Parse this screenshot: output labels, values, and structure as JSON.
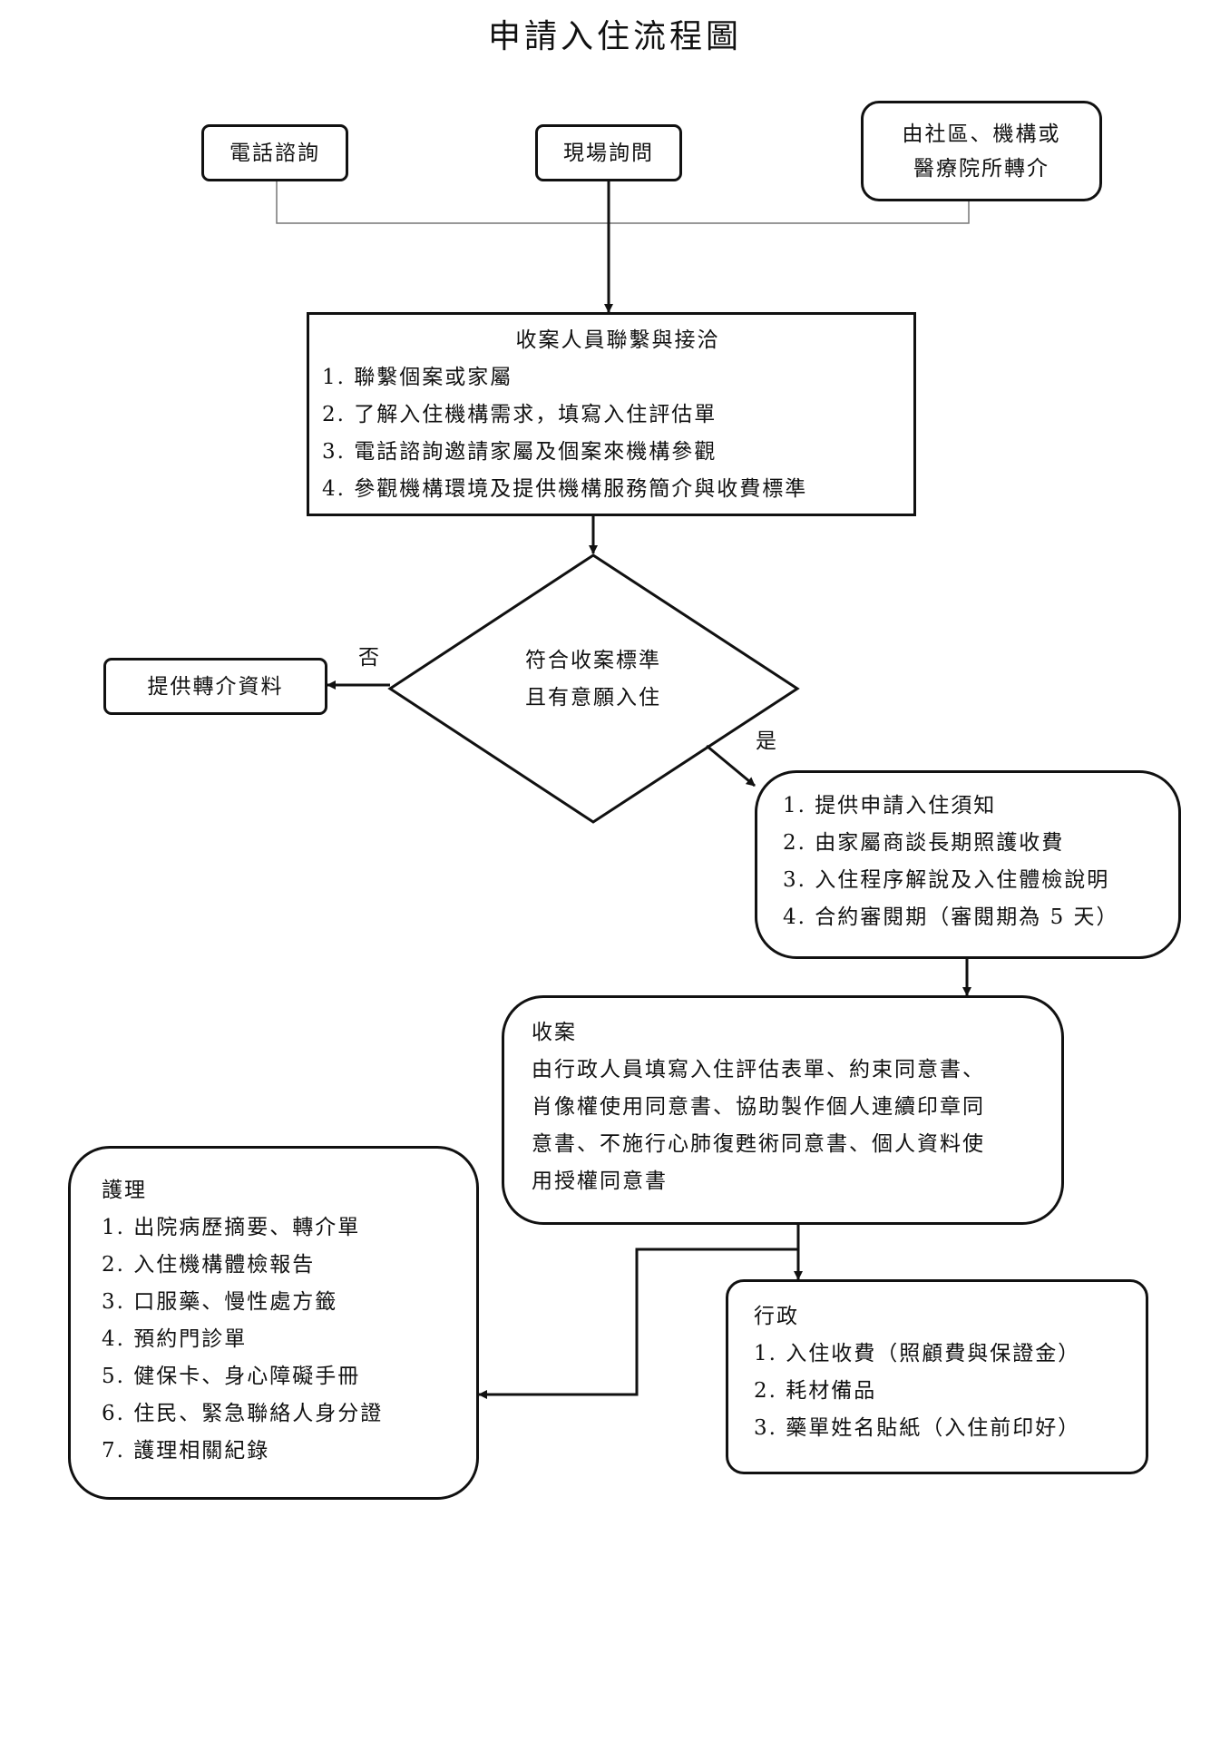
{
  "title": "申請入住流程圖",
  "sources": {
    "phone": "電話諮詢",
    "onsite": "現場詢問",
    "referral_lines": [
      "由社區、機構或",
      "醫療院所轉介"
    ]
  },
  "contact": {
    "heading": "收案人員聯繫與接洽",
    "items": [
      "1. 聯繫個案或家屬",
      "2. 了解入住機構需求，填寫入住評估單",
      "3. 電話諮詢邀請家屬及個案來機構參觀",
      "4. 參觀機構環境及提供機構服務簡介與收費標準"
    ]
  },
  "decision": {
    "lines": [
      "符合收案標準",
      "且有意願入住"
    ],
    "no_label": "否",
    "yes_label": "是"
  },
  "referral_info": "提供轉介資料",
  "application": {
    "items": [
      "1. 提供申請入住須知",
      "2. 由家屬商談長期照護收費",
      "3. 入住程序解說及入住體檢說明",
      "4. 合約審閱期（審閱期為 5 天）"
    ]
  },
  "intake": {
    "lines": [
      "收案",
      "由行政人員填寫入住評估表單、約束同意書、",
      "肖像權使用同意書、協助製作個人連續印章同",
      "意書、不施行心肺復甦術同意書、個人資料使",
      "用授權同意書"
    ]
  },
  "nursing": {
    "heading": "護理",
    "items": [
      "1. 出院病歷摘要、轉介單",
      "2. 入住機構體檢報告",
      "3. 口服藥、慢性處方籤",
      "4. 預約門診單",
      "5. 健保卡、身心障礙手冊",
      "6. 住民、緊急聯絡人身分證",
      "7. 護理相關紀錄"
    ]
  },
  "admin": {
    "heading": "行政",
    "items": [
      "1. 入住收費（照顧費與保證金）",
      "2. 耗材備品",
      "3. 藥單姓名貼紙（入住前印好）"
    ]
  }
}
